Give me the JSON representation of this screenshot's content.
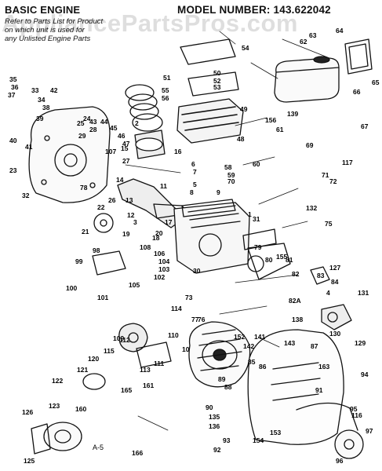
{
  "header": {
    "title": "BASIC ENGINE",
    "model_number": "MODEL NUMBER: 143.622042",
    "note_lines": [
      "Refer to Parts List for Product",
      "on which unit is used for",
      "any Unlisted Engine Parts"
    ]
  },
  "watermark": "AppliancePartsPros.com",
  "page_code": "A-5",
  "callouts": [
    "1",
    "2",
    "3",
    "4",
    "5",
    "6",
    "7",
    "8",
    "9",
    "10",
    "11",
    "12",
    "13",
    "14",
    "15",
    "16",
    "17",
    "18",
    "19",
    "20",
    "21",
    "22",
    "23",
    "24",
    "25",
    "26",
    "27",
    "28",
    "29",
    "30",
    "31",
    "32",
    "33",
    "34",
    "35",
    "36",
    "37",
    "38",
    "39",
    "40",
    "41",
    "42",
    "43",
    "44",
    "45",
    "46",
    "47",
    "48",
    "49",
    "50",
    "51",
    "52",
    "53",
    "54",
    "55",
    "56",
    "58",
    "59",
    "60",
    "61",
    "62",
    "63",
    "64",
    "65",
    "66",
    "67",
    "69",
    "70",
    "71",
    "72",
    "73",
    "75",
    "76",
    "77",
    "78",
    "79",
    "80",
    "81",
    "82",
    "82A",
    "83",
    "84",
    "85",
    "86",
    "87",
    "88",
    "89",
    "90",
    "91",
    "92",
    "93",
    "94",
    "95",
    "96",
    "97",
    "98",
    "99",
    "100",
    "101",
    "102",
    "103",
    "104",
    "105",
    "106",
    "107",
    "108",
    "109",
    "110",
    "111",
    "112",
    "113",
    "114",
    "115",
    "116",
    "117",
    "120",
    "121",
    "122",
    "123",
    "125",
    "126",
    "127",
    "129",
    "130",
    "131",
    "132",
    "135",
    "136",
    "138",
    "139",
    "141",
    "142",
    "143",
    "152",
    "153",
    "154",
    "155",
    "156",
    "160",
    "161",
    "163",
    "165",
    "166"
  ]
}
